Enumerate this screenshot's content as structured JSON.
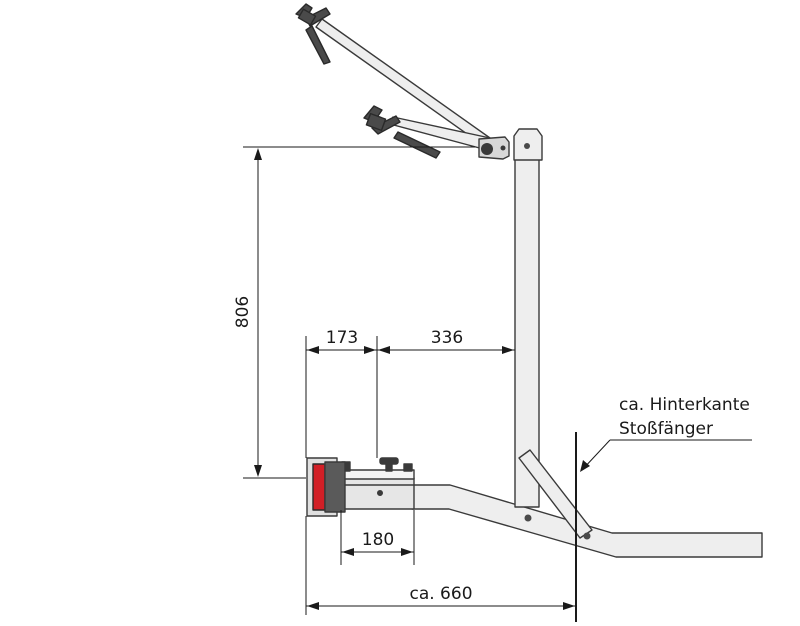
{
  "drawing": {
    "dimensions": {
      "height": "806",
      "offset_left": "173",
      "offset_right": "336",
      "clamp_length": "180",
      "total_length": "ca. 660"
    },
    "annotation": {
      "line1": "ca. Hinterkante",
      "line2": "Stoßfänger"
    }
  },
  "colors": {
    "line": "#1a1a1a",
    "metal_fill": "#eeeeee",
    "metal_stroke": "#3a3a3a",
    "accent_red": "#d21f26",
    "dark_part": "#4a4a4a"
  }
}
